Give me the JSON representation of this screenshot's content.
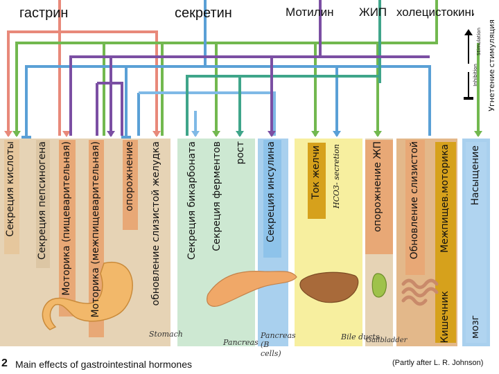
{
  "hormones": {
    "gastrin": "гастрин",
    "secretin": "секретин",
    "motilin": "Мотилин",
    "gip": "ЖИП",
    "cck": "холецистокинин"
  },
  "legend": {
    "inhibition": "Угнетение",
    "stimulation": "стимуляция",
    "inhibition_en": "Inhibition",
    "stimulation_en": "Stimulation"
  },
  "columns": [
    {
      "label": "Секреция кислоты"
    },
    {
      "label": "Секреция пепсиногена"
    },
    {
      "label": "Моторика (пищеварительная)"
    },
    {
      "label": "Моторика (межпищеварительная)"
    },
    {
      "label": "опорожнение"
    },
    {
      "label": "обновление слизистой желудка"
    },
    {
      "label": "Секреция бикарбоната"
    },
    {
      "label": "Секреция ферментов"
    },
    {
      "label": "рост"
    },
    {
      "label": "Секреция инсулина"
    },
    {
      "label": "Ток желчи"
    },
    {
      "label": "HCO3- secretion"
    },
    {
      "label": "опорожнение ЖП"
    },
    {
      "label": "Обновление слизистой"
    },
    {
      "label": "Межпищев.моторика"
    },
    {
      "label": "Насыщение"
    }
  ],
  "organs": {
    "stomach": "Stomach",
    "pancreas": "Pancreas",
    "pancreas_b": "Pancreas (B cells)",
    "bile_ducts": "Bile ducts",
    "gallbladder": "Gallbladder",
    "intestine": "Кишечник",
    "brain": "мозг"
  },
  "footer": {
    "number": "2",
    "title": "Main effects of gastrointestinal hormones",
    "credit": "(Partly after L. R. Johnson)"
  },
  "colors": {
    "gastrin": "#e8897a",
    "secretin": "#5aa0d6",
    "secretin_light": "#7fb9e6",
    "motilin": "#7b4fa3",
    "gip": "#3fa58a",
    "cck": "#72b84f",
    "stomach_bg": "#e6d3b5",
    "pancreas_bg": "#cde8d2",
    "b_cells_bg": "#a9d0ee",
    "bile_bg": "#f7ef9f",
    "gall_bg": "#e6d3b5",
    "intestine_bg": "#e3b88a",
    "tag_gold": "#d6a11c"
  }
}
